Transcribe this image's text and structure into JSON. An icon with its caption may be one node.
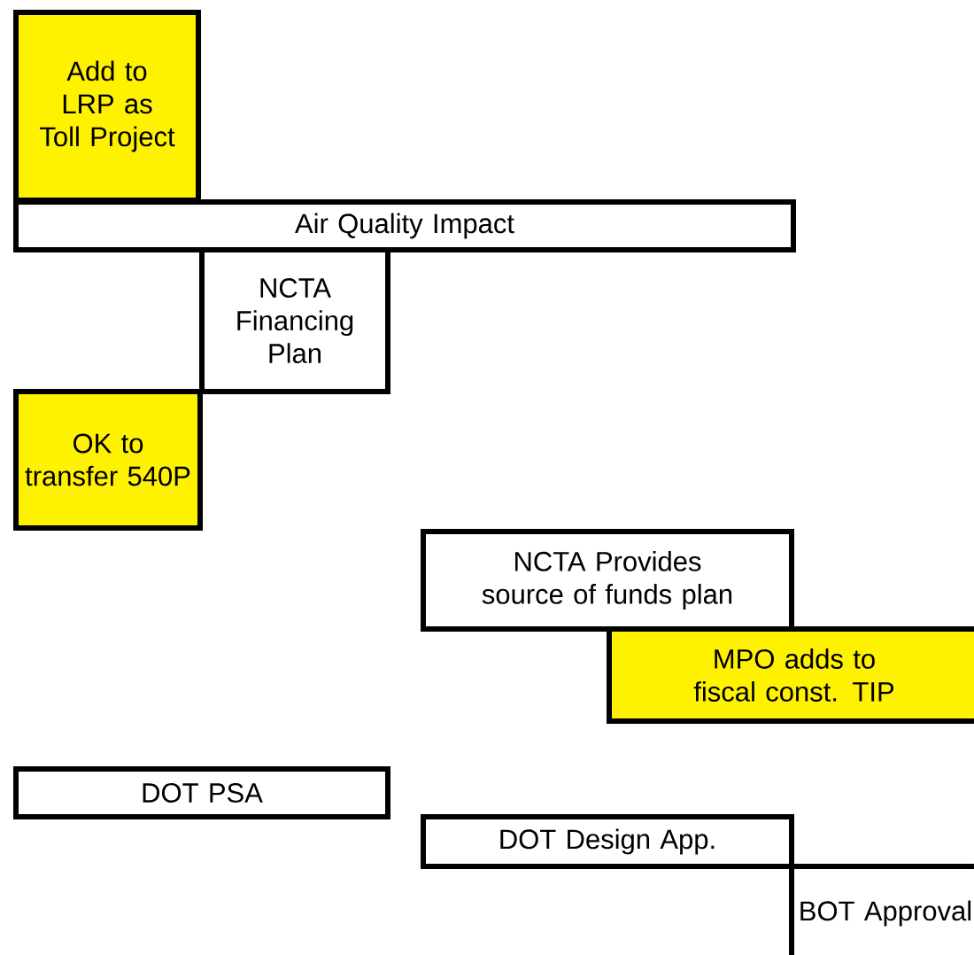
{
  "diagram": {
    "nodes": [
      {
        "text": [
          "Add to LRP as Toll Project"
        ]
      },
      {
        "text": [
          "Air Quality Impact"
        ]
      },
      {
        "text": [
          "NCTA Financing Plan"
        ]
      },
      {
        "text": [
          "OK to transfer 540P"
        ]
      },
      {
        "text": [
          "NCTA Provides source of funds plan"
        ]
      },
      {
        "text": [
          "MPO adds to fiscal const. TIP"
        ]
      },
      {
        "text": [
          "DOT PSA"
        ]
      },
      {
        "text": [
          "DOT Design App."
        ]
      },
      {
        "text": [
          "BOT Approval"
        ]
      }
    ]
  }
}
